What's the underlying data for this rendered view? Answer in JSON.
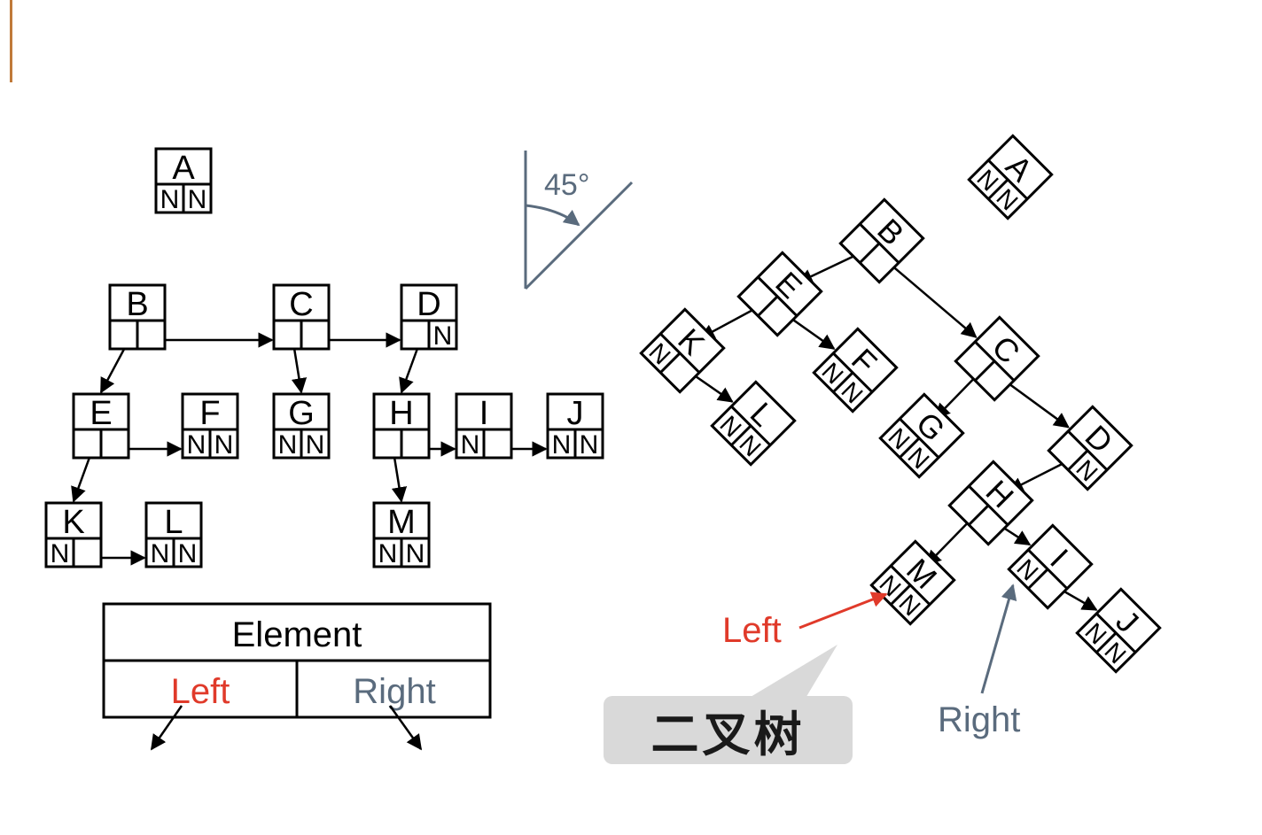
{
  "legend": {
    "element": "Element",
    "left": "Left",
    "right": "Right"
  },
  "angle_label": "45°",
  "null_marker": "N",
  "callout_label": "二叉树",
  "annotations": {
    "left": "Left",
    "right": "Right"
  },
  "colors": {
    "line": "#000000",
    "left": "#e03a2a",
    "right": "#5a6b7d",
    "callout_bg": "#d9d9d9",
    "accent": "#c07a3a"
  },
  "tree_nodes": [
    {
      "id": "A",
      "left_child": null,
      "right_sibling": null
    },
    {
      "id": "B",
      "left_child": "E",
      "right_sibling": "C"
    },
    {
      "id": "C",
      "left_child": "G",
      "right_sibling": "D"
    },
    {
      "id": "D",
      "left_child": "H",
      "right_sibling": null
    },
    {
      "id": "E",
      "left_child": "K",
      "right_sibling": "F"
    },
    {
      "id": "F",
      "left_child": null,
      "right_sibling": null
    },
    {
      "id": "G",
      "left_child": null,
      "right_sibling": null
    },
    {
      "id": "H",
      "left_child": "M",
      "right_sibling": "I"
    },
    {
      "id": "I",
      "left_child": null,
      "right_sibling": "J"
    },
    {
      "id": "J",
      "left_child": null,
      "right_sibling": null
    },
    {
      "id": "K",
      "left_child": null,
      "right_sibling": "L"
    },
    {
      "id": "L",
      "left_child": null,
      "right_sibling": null
    },
    {
      "id": "M",
      "left_child": null,
      "right_sibling": null
    }
  ]
}
